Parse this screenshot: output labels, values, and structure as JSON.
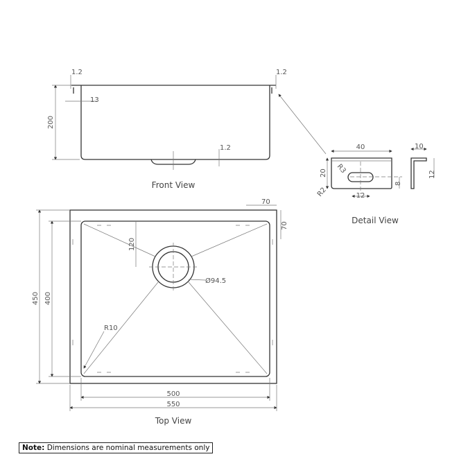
{
  "front_view": {
    "title": "Front View",
    "dims": {
      "flange_left": "1.2",
      "flange_right": "1.2",
      "flange_offset": "13",
      "height": "200",
      "bottom_thickness": "1.2"
    }
  },
  "detail_view": {
    "title": "Detail View",
    "dims": {
      "width": "40",
      "height": "20",
      "slot_radius": "R3",
      "corner_radius": "R2",
      "slot_length": "12",
      "slot_height": "8",
      "side_width": "10",
      "side_height": "12"
    }
  },
  "top_view": {
    "title": "Top View",
    "dims": {
      "outer_height": "450",
      "inner_height": "400",
      "inner_width": "500",
      "outer_width": "550",
      "corner_x": "70",
      "corner_y": "70",
      "drain_offset": "120",
      "drain_diameter": "Ø94.5",
      "corner_radius": "R10"
    }
  },
  "note": {
    "label": "Note:",
    "text": "Dimensions are nominal measurements only"
  }
}
